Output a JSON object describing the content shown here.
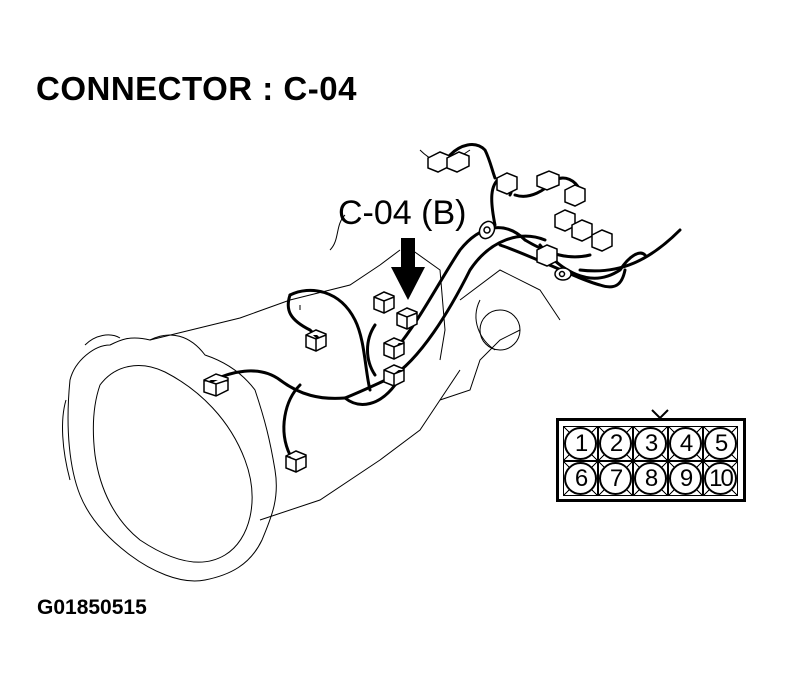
{
  "title": "CONNECTOR : C-04",
  "callout": {
    "label": "C-04 (B)",
    "pointer": "down-arrow"
  },
  "figure_id": "G01850515",
  "illustration": {
    "subject": "automatic transmission with wiring harness and connectors",
    "highlighted_connector": "C-04 (B)",
    "icons": [
      "down-arrow-icon",
      "ground-terminal-icon",
      "harness-connector-icon"
    ]
  },
  "connector_face": {
    "rows": 2,
    "columns": 5,
    "pins": [
      "1",
      "2",
      "3",
      "4",
      "5",
      "6",
      "7",
      "8",
      "9",
      "10"
    ],
    "lock_tab": "top-center"
  },
  "colors": {
    "ink": "#000000",
    "background": "#ffffff"
  }
}
